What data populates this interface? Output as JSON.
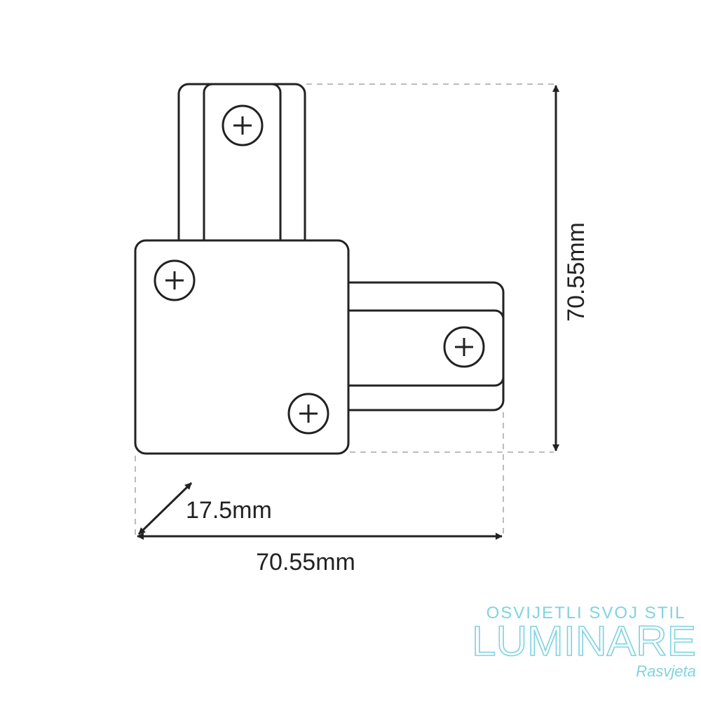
{
  "dimensions": {
    "height": "70.55mm",
    "width": "70.55mm",
    "depth": "17.5mm"
  },
  "logo": {
    "tagline": "OSVIJETLI SVOJ STIL",
    "brand": "LUMINARE",
    "sub": "Rasvjeta",
    "color": "#7fd3e0"
  }
}
